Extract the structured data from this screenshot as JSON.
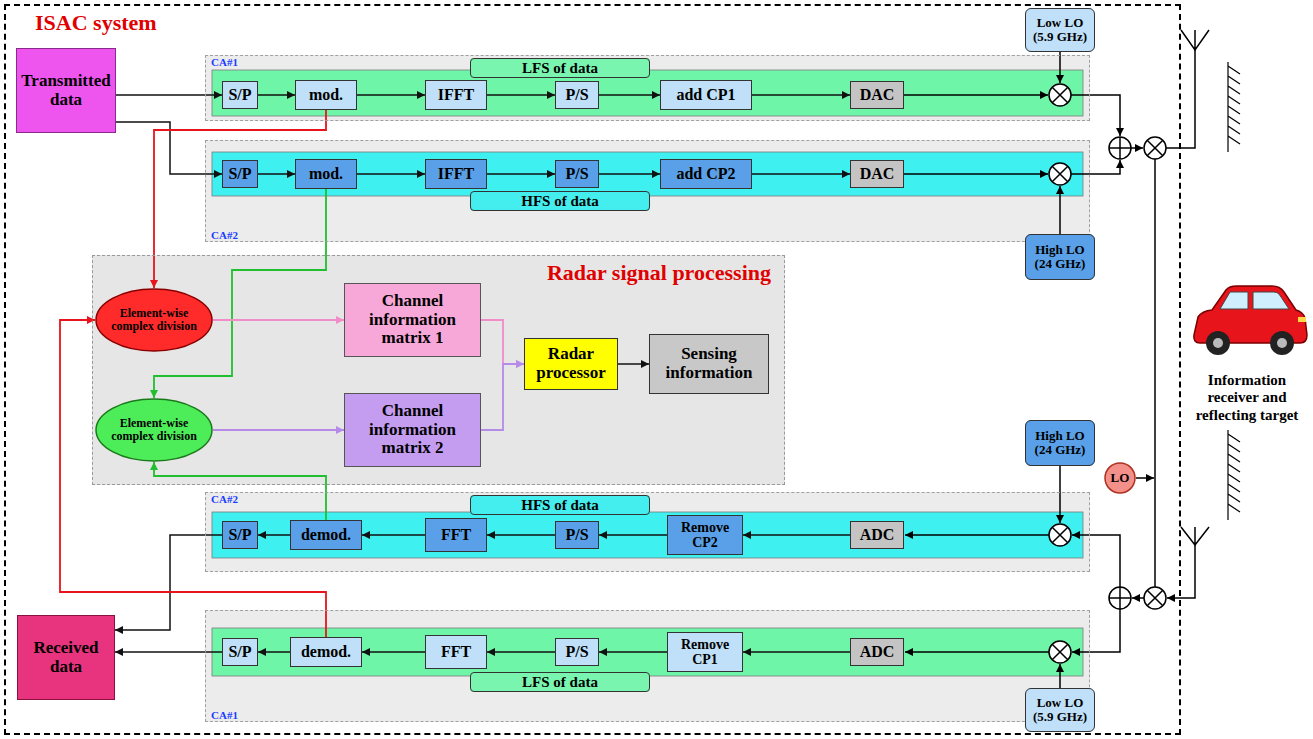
{
  "diagram": {
    "nodes": [
      {
        "text": [
          "ISAC system"
        ]
      },
      {
        "text": [
          "Transmitted data"
        ],
        "in": 0
      },
      {
        "text": [
          "CA#1"
        ],
        "in": 0
      },
      {
        "text": [
          "LFS of data"
        ],
        "in": 2
      },
      {
        "text": [
          "S/P"
        ],
        "in": 2
      },
      {
        "text": [
          "mod."
        ],
        "in": 2
      },
      {
        "text": [
          "IFFT"
        ],
        "in": 2
      },
      {
        "text": [
          "P/S"
        ],
        "in": 2
      },
      {
        "text": [
          "add CP1"
        ],
        "in": 2
      },
      {
        "text": [
          "DAC"
        ],
        "in": 2
      },
      {
        "text": [
          "Low LO (5.9 GHz)"
        ],
        "in": 0
      },
      {
        "text": [
          "CA#2"
        ],
        "in": 0
      },
      {
        "text": [
          "S/P"
        ],
        "in": 11
      },
      {
        "text": [
          "mod."
        ],
        "in": 11
      },
      {
        "text": [
          "IFFT"
        ],
        "in": 11
      },
      {
        "text": [
          "P/S"
        ],
        "in": 11
      },
      {
        "text": [
          "add CP2"
        ],
        "in": 11
      },
      {
        "text": [
          "DAC"
        ],
        "in": 11
      },
      {
        "text": [
          "HFS of data"
        ],
        "in": 11
      },
      {
        "text": [
          "High LO (24 GHz)"
        ],
        "in": 0
      },
      {
        "text": [
          "Radar signal processing"
        ],
        "in": 0
      },
      {
        "text": [
          "Element-wise complex division"
        ],
        "in": 20
      },
      {
        "text": [
          "Channel information matrix 1"
        ],
        "in": 20
      },
      {
        "text": [
          "Radar processor"
        ],
        "in": 20
      },
      {
        "text": [
          "Sensing information"
        ],
        "in": 20
      },
      {
        "text": [
          "Element-wise complex division"
        ],
        "in": 20
      },
      {
        "text": [
          "Channel information matrix 2"
        ],
        "in": 20
      },
      {
        "text": [
          "LO"
        ],
        "in": 0
      },
      {
        "text": [
          "High LO (24 GHz)"
        ],
        "in": 0
      },
      {
        "text": [
          "CA#2"
        ],
        "in": 0
      },
      {
        "text": [
          "HFS of data"
        ],
        "in": 29
      },
      {
        "text": [
          "S/P"
        ],
        "in": 29
      },
      {
        "text": [
          "demod."
        ],
        "in": 29
      },
      {
        "text": [
          "FFT"
        ],
        "in": 29
      },
      {
        "text": [
          "P/S"
        ],
        "in": 29
      },
      {
        "text": [
          "Remove CP2"
        ],
        "in": 29
      },
      {
        "text": [
          "ADC"
        ],
        "in": 29
      },
      {
        "text": [
          "Received data"
        ],
        "in": 0
      },
      {
        "text": [
          "CA#1"
        ],
        "in": 0
      },
      {
        "text": [
          "S/P"
        ],
        "in": 38
      },
      {
        "text": [
          "demod."
        ],
        "in": 38
      },
      {
        "text": [
          "FFT"
        ],
        "in": 38
      },
      {
        "text": [
          "P/S"
        ],
        "in": 38
      },
      {
        "text": [
          "Remove CP1"
        ],
        "in": 38
      },
      {
        "text": [
          "ADC"
        ],
        "in": 38
      },
      {
        "text": [
          "LFS of data"
        ],
        "in": 38
      },
      {
        "text": [
          "Low LO (5.9 GHz)"
        ],
        "in": 0
      }
    ],
    "edges": [
      {
        "from": 1,
        "to": 4,
        "arrow": "to"
      },
      {
        "from": 1,
        "to": 12,
        "arrow": "to"
      },
      {
        "from": 4,
        "to": 5,
        "arrow": "to"
      },
      {
        "from": 5,
        "to": 6,
        "arrow": "to"
      },
      {
        "from": 6,
        "to": 7,
        "arrow": "to"
      },
      {
        "from": 7,
        "to": 8,
        "arrow": "to"
      },
      {
        "from": 8,
        "to": 9,
        "arrow": "to"
      },
      {
        "from": 12,
        "to": 13,
        "arrow": "to"
      },
      {
        "from": 13,
        "to": 14,
        "arrow": "to"
      },
      {
        "from": 14,
        "to": 15,
        "arrow": "to"
      },
      {
        "from": 15,
        "to": 16,
        "arrow": "to"
      },
      {
        "from": 16,
        "to": 17,
        "arrow": "to"
      },
      {
        "from": 5,
        "to": 21,
        "arrow": "to"
      },
      {
        "from": 13,
        "to": 25,
        "arrow": "to"
      },
      {
        "from": 21,
        "to": 22,
        "arrow": "to"
      },
      {
        "from": 25,
        "to": 26,
        "arrow": "to"
      },
      {
        "from": 22,
        "to": 23,
        "arrow": "to"
      },
      {
        "from": 26,
        "to": 23,
        "arrow": "to"
      },
      {
        "from": 23,
        "to": 24,
        "arrow": "to"
      },
      {
        "from": 36,
        "to": 35,
        "arrow": "to"
      },
      {
        "from": 35,
        "to": 34,
        "arrow": "to"
      },
      {
        "from": 34,
        "to": 33,
        "arrow": "to"
      },
      {
        "from": 33,
        "to": 32,
        "arrow": "to"
      },
      {
        "from": 32,
        "to": 31,
        "arrow": "to"
      },
      {
        "from": 31,
        "to": 37,
        "arrow": "to"
      },
      {
        "from": 44,
        "to": 43,
        "arrow": "to"
      },
      {
        "from": 43,
        "to": 42,
        "arrow": "to"
      },
      {
        "from": 42,
        "to": 41,
        "arrow": "to"
      },
      {
        "from": 41,
        "to": 40,
        "arrow": "to"
      },
      {
        "from": 40,
        "to": 39,
        "arrow": "to"
      },
      {
        "from": 39,
        "to": 37,
        "arrow": "to"
      },
      {
        "from": 40,
        "to": 21,
        "arrow": "to"
      },
      {
        "from": 32,
        "to": 25,
        "arrow": "to"
      }
    ],
    "labels": [
      "Information receiver and reflecting target"
    ]
  }
}
